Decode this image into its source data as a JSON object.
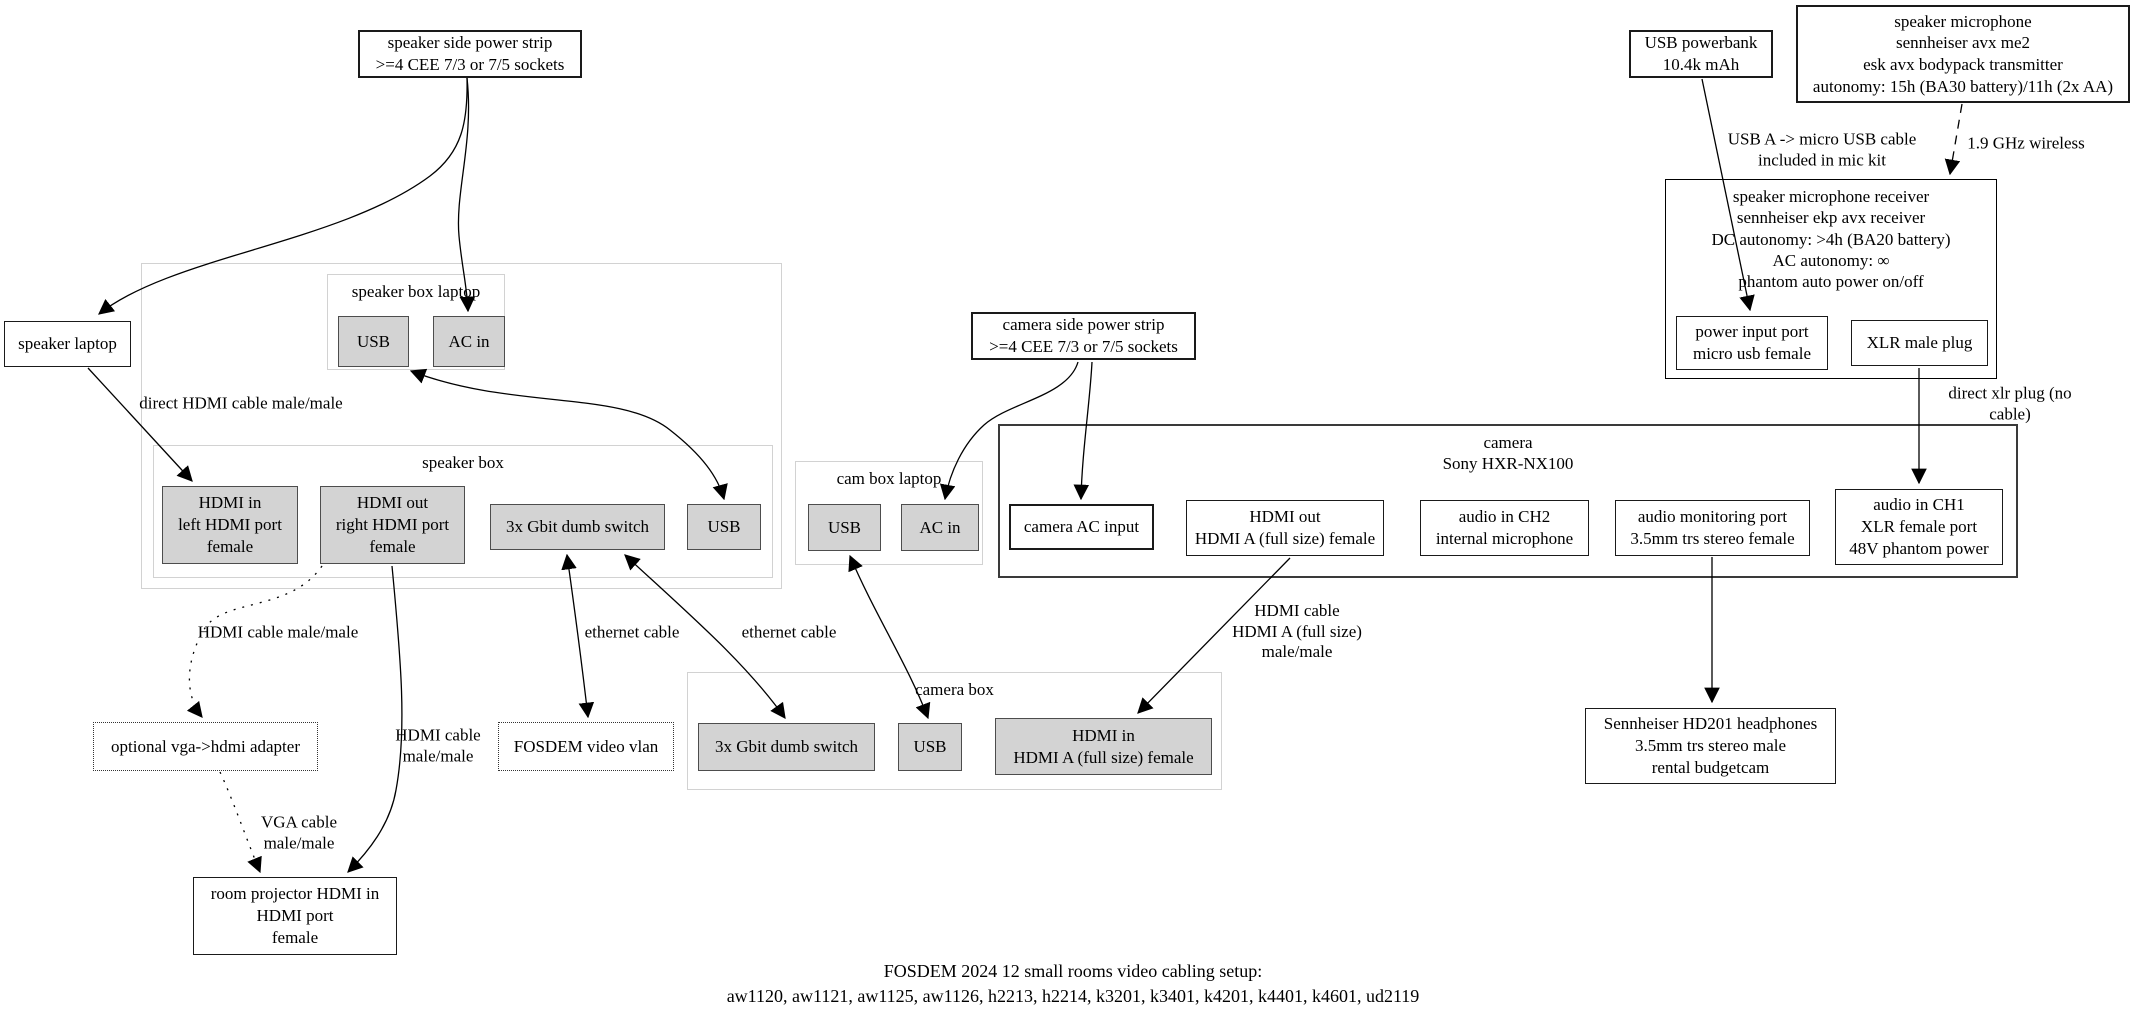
{
  "caption": {
    "line1": "FOSDEM 2024 12 small rooms video cabling setup:",
    "line2": "aw1120, aw1121, aw1125, aw1126, h2213, h2214, k3201, k3401, k4201, k4401, k4601, ud2119"
  },
  "colors": {
    "port_fill": "#d3d3d3",
    "node_fill": "#ffffff",
    "edge": "#000000",
    "cluster_border_light": "#d2d2d2",
    "cluster_border_dark": "#3a3a3a"
  },
  "clusters": {
    "speaker_box_laptop": "speaker box laptop",
    "speaker_box": "speaker box",
    "cam_box_laptop": "cam box laptop",
    "camera": "camera\nSony HXR-NX100",
    "mic_receiver": "speaker microphone receiver\nsennheiser ekp avx receiver\nDC autonomy: >4h (BA20 battery)\nAC autonomy: ∞\nphantom auto power on/off",
    "camera_box": "camera box"
  },
  "nodes": {
    "speaker_side_power_strip": "speaker side power strip\n>=4 CEE 7/3 or 7/5 sockets",
    "speaker_laptop": "speaker laptop",
    "sbl_usb": "USB",
    "sbl_ac_in": "AC in",
    "hdmi_in": "HDMI in\nleft HDMI port\nfemale",
    "hdmi_out": "HDMI out\nright HDMI port\nfemale",
    "sb_switch": "3x Gbit dumb switch",
    "sb_usb": "USB",
    "cbl_usb": "USB",
    "cbl_ac_in": "AC in",
    "camera_side_power_strip": "camera side power strip\n>=4 CEE 7/3 or 7/5 sockets",
    "camera_ac_input": "camera AC input",
    "camera_hdmi_out": "HDMI out\nHDMI A (full size) female",
    "camera_audio_ch2": "audio in CH2\ninternal microphone",
    "camera_audio_monitoring": "audio monitoring port\n3.5mm trs stereo female",
    "camera_audio_ch1": "audio in CH1\nXLR female port\n48V phantom power",
    "usb_powerbank": "USB powerbank\n10.4k mAh",
    "speaker_microphone": "speaker microphone\nsennheiser avx me2\nesk avx bodypack transmitter\nautonomy: 15h (BA30 battery)/11h (2x AA)",
    "power_input_port": "power input port\nmicro usb female",
    "xlr_male_plug": "XLR male plug",
    "headphones": "Sennheiser HD201 headphones\n3.5mm trs stereo male\nrental budgetcam",
    "vga_adapter": "optional vga->hdmi adapter",
    "fosdem_vlan": "FOSDEM video vlan",
    "cb_switch": "3x Gbit dumb switch",
    "cb_usb": "USB",
    "cb_hdmi_in": "HDMI in\nHDMI A (full size) female",
    "room_projector": "room projector HDMI in\nHDMI port\nfemale"
  },
  "edge_labels": {
    "direct_hdmi": "direct HDMI cable male/male",
    "hdmi_mm": "HDMI cable male/male",
    "hdmi_mm2": "HDMI cable\nmale/male",
    "vga_mm": "VGA cable\nmale/male",
    "ethernet1": "ethernet cable",
    "ethernet2": "ethernet cable",
    "hdmi_a": "HDMI cable\nHDMI A (full size)\nmale/male",
    "usb_micro": "USB A -> micro USB cable\nincluded in mic kit",
    "wireless": "1.9 GHz wireless",
    "direct_xlr": "direct xlr plug (no cable)"
  }
}
